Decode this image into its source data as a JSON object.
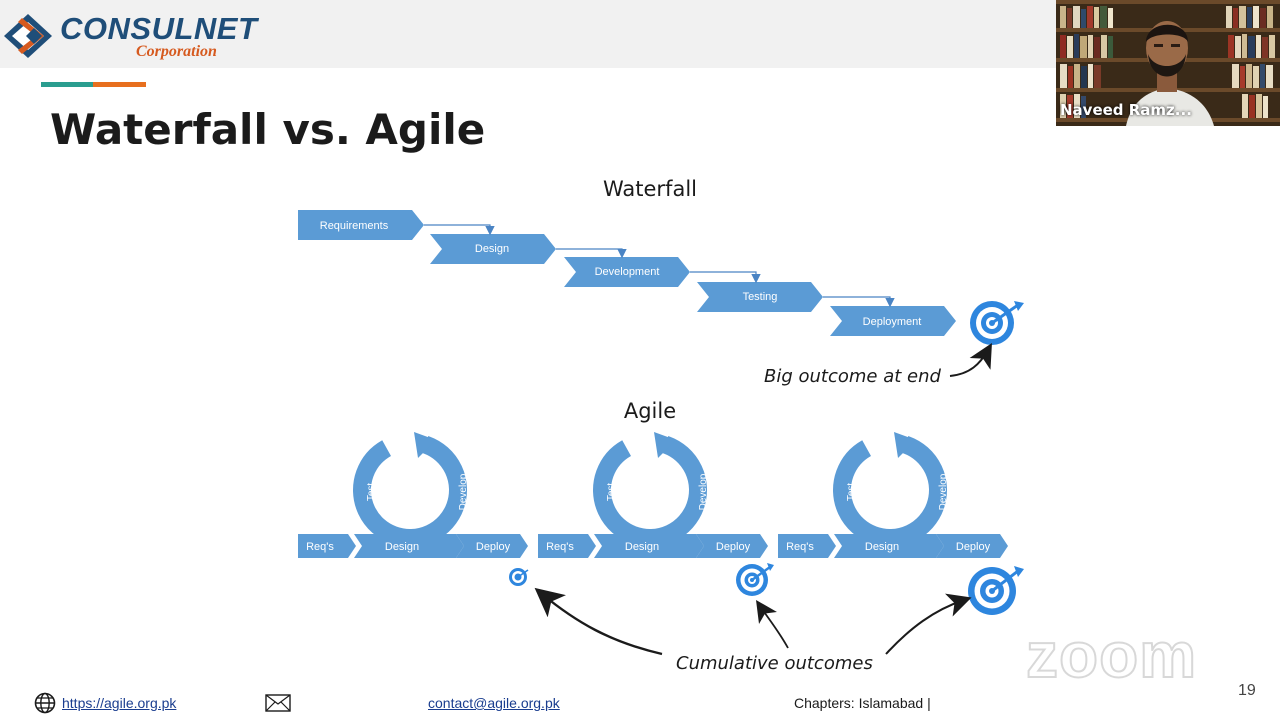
{
  "header": {
    "logo_name": "CONSULNET",
    "logo_sub": "Corporation",
    "colors": {
      "brand_blue": "#1f4e79",
      "brand_orange": "#d65a1f",
      "accent_teal": "#2a9d8f"
    }
  },
  "slide": {
    "title": "Waterfall vs. Agile",
    "number": "19"
  },
  "diagram": {
    "waterfall_title": "Waterfall",
    "waterfall_steps": [
      "Requirements",
      "Design",
      "Development",
      "Testing",
      "Deployment"
    ],
    "waterfall_note": "Big outcome at end",
    "agile_title": "Agile",
    "agile_cycle_labels": {
      "test": "Test",
      "develop": "Develop"
    },
    "agile_flow_labels": {
      "reqs": "Req's",
      "design": "Design",
      "deploy": "Deploy"
    },
    "agile_note": "Cumulative outcomes",
    "colors": {
      "step_blue": "#5b9bd5",
      "step_dark": "#4a84c4",
      "target_blue": "#2e86de"
    }
  },
  "video": {
    "participant_name": "Naveed Ramz..."
  },
  "watermark": "zoom",
  "footer": {
    "url": "https://agile.org.pk",
    "email": "contact@agile.org.pk",
    "chapters": "Chapters: Islamabad |"
  }
}
